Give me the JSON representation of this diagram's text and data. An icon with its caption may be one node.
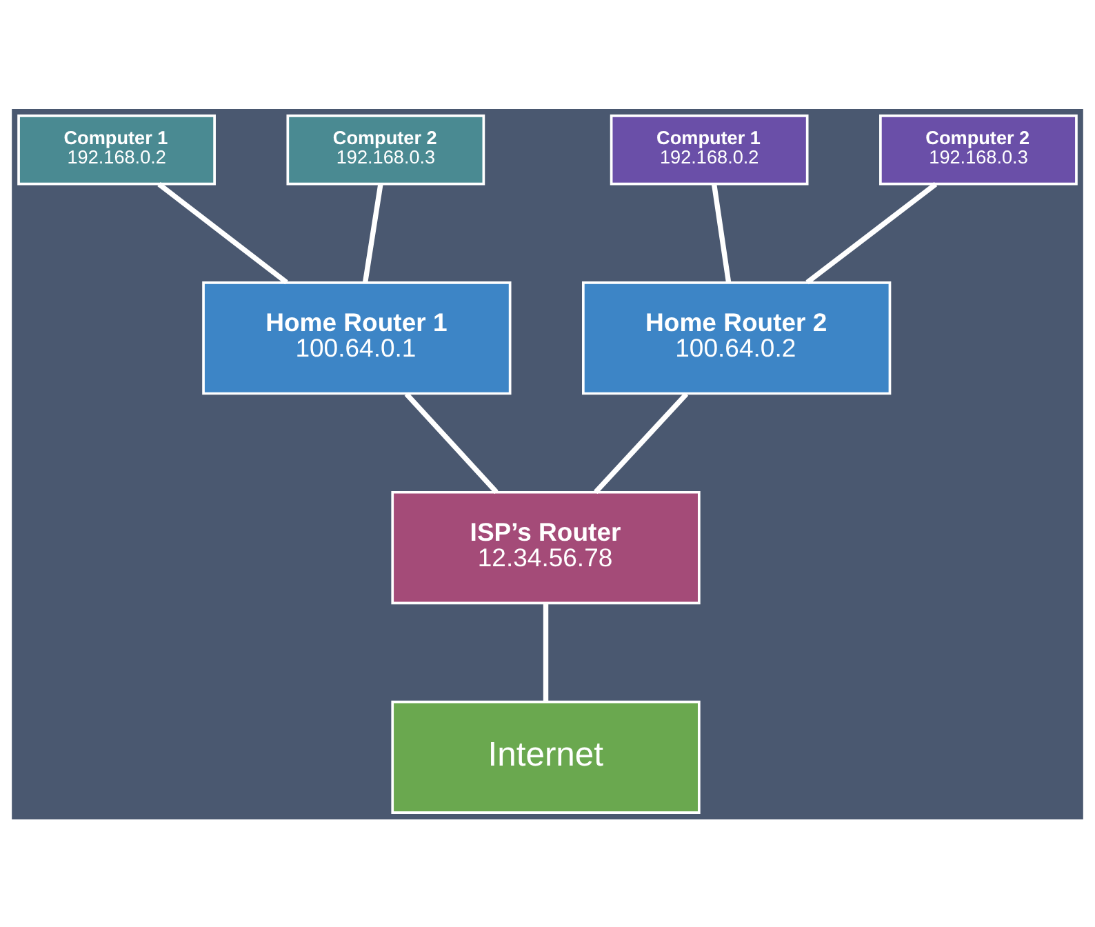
{
  "diagram": {
    "nodes": [
      {
        "text": [
          "Computer 1",
          "192.168.0.2"
        ]
      },
      {
        "text": [
          "Computer 2",
          "192.168.0.3"
        ]
      },
      {
        "text": [
          "Computer 1",
          "192.168.0.2"
        ]
      },
      {
        "text": [
          "Computer 2",
          "192.168.0.3"
        ]
      },
      {
        "text": [
          "Home Router 1",
          "100.64.0.1"
        ]
      },
      {
        "text": [
          "Home Router 2",
          "100.64.0.2"
        ]
      },
      {
        "text": [
          "ISP’s Router",
          "12.34.56.78"
        ]
      },
      {
        "text": [
          "Internet"
        ]
      }
    ],
    "edges": [
      {
        "from": 0,
        "to": 4,
        "arrow": "none"
      },
      {
        "from": 1,
        "to": 4,
        "arrow": "none"
      },
      {
        "from": 2,
        "to": 5,
        "arrow": "none"
      },
      {
        "from": 3,
        "to": 5,
        "arrow": "none"
      },
      {
        "from": 4,
        "to": 6,
        "arrow": "none"
      },
      {
        "from": 5,
        "to": 6,
        "arrow": "none"
      },
      {
        "from": 6,
        "to": 7,
        "arrow": "none"
      }
    ]
  }
}
